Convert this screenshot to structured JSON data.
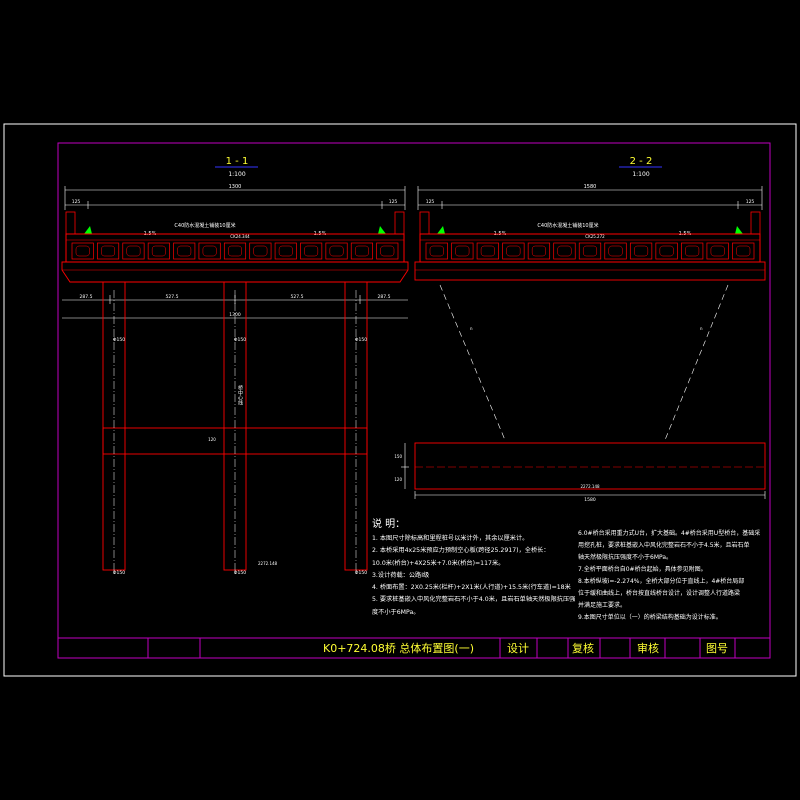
{
  "colors": {
    "background": "#000000",
    "frame": "#ffffff",
    "inner_frame": "#c000c0",
    "structure": "#ff0000",
    "dimension": "#ffffff",
    "title_text": "#ffff33",
    "green_marker": "#00ff00",
    "dash_lines": "#ffffff"
  },
  "section_1": {
    "label": "1 - 1",
    "scale": "1:100",
    "overall_dim": "1300",
    "edge_dim": "125",
    "annotation": "C40防水混凝土铺装10厘米",
    "slope_left": "1.5%",
    "slope_right": "1.5%",
    "bottom_dims": [
      "287.5",
      "527.5",
      "527.5",
      "287.5"
    ],
    "bottom_total": "1300",
    "pier_dims": [
      "Φ150",
      "Φ150",
      "Φ150"
    ],
    "pier_base_dims": [
      "Φ150",
      "Φ150",
      "Φ150"
    ],
    "tie_beam_label": "120",
    "center_label": "桥中心线",
    "bottom_note": "2272.148"
  },
  "section_2": {
    "label": "2 - 2",
    "scale": "1:100",
    "overall_dim": "1580",
    "edge_dim": "125",
    "annotation": "C40防水混凝土铺装10厘米",
    "slope_left": "1.5%",
    "slope_right": "1.5%",
    "bottom_dim": "1580",
    "left_vert_dims": [
      "150",
      "120"
    ],
    "bottom_mid": "2272.148"
  },
  "notes": {
    "heading": "说 明：",
    "left": [
      "1. 本图尺寸除标高和里程桩号以米计外，其余以厘米计。",
      "2. 本桥采用4x25米预应力预制空心板(跨径25.2917)，全桥长：",
      "   10.0米(桥台)+4X25米+7.0米(桥台)=117米。",
      "3.设计荷载：公路I级",
      "4. 桥面布置：2X0.25米(栏杆)+2X1米(人行道)+15.5米(行车道)=18米",
      "5. 要求桩基嵌入中风化完整岩石不小于4.0米，且岩石单轴天然极限抗压强",
      "   度不小于6MPa。"
    ],
    "right": [
      "6.0#桥台采用重力式U台，扩大基础。4#桥台采用U型桥台，基础采",
      "   用挖孔桩，要求桩基嵌入中风化完整岩石不小于4.5米，且岩石单",
      "   轴天然极限抗压强度不小于6MPa。",
      "7.全桥平面桥台自0#桥台起始，具体参见附图。",
      "8.本桥纵坡i=-2.274%，全桥大部分位于直线上，4#桥台局部",
      "   位于缓和曲线上，桥台按直线桥台设计，设计调整人行道路梁",
      "   并满足施工要求。",
      "9.本图尺寸单位以（一）的桥梁结构基础为设计标准。"
    ]
  },
  "title_block": {
    "drawing_title": "K0+724.08桥    总体布置图(一)",
    "design": "设计",
    "check": "复核",
    "review": "审核",
    "drawing_no": "图号"
  }
}
